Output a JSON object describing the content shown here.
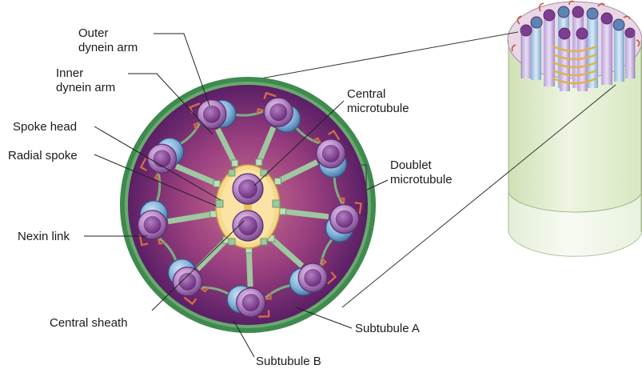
{
  "labels": {
    "outer_dynein_arm_1": "Outer",
    "outer_dynein_arm_2": "dynein arm",
    "inner_dynein_arm_1": "Inner",
    "inner_dynein_arm_2": "dynein arm",
    "spoke_head": "Spoke head",
    "radial_spoke": "Radial spoke",
    "nexin_link": "Nexin link",
    "central_sheath": "Central sheath",
    "central_microtubule_1": "Central",
    "central_microtubule_2": "microtubule",
    "doublet_microtubule_1": "Doublet",
    "doublet_microtubule_2": "microtubule",
    "subtubule_a": "Subtubule A",
    "subtubule_b": "Subtubule B"
  },
  "colors": {
    "membrane": "#3f8a4f",
    "matrix_center": "#c8708e",
    "matrix_edge": "#5a1f66",
    "subtubule_a": "#9a5aa6",
    "subtubule_b": "#4f86b6",
    "spoke": "#9fc8a0",
    "sheath": "#f6d98a",
    "dynein_arm": "#d06a4a",
    "cylinder": "#dbe9c4"
  }
}
